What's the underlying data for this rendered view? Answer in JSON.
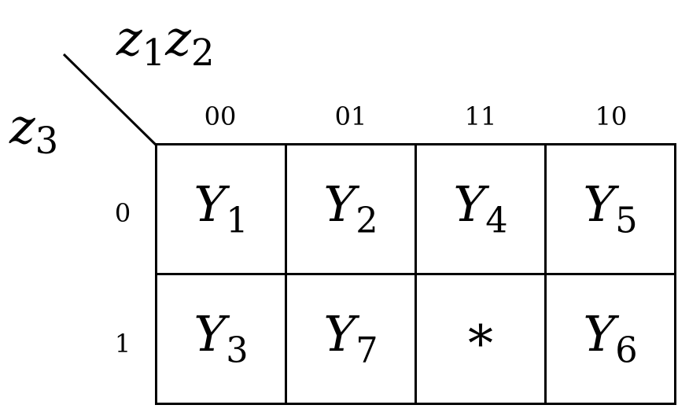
{
  "map": {
    "column_variables": {
      "symbol": "z",
      "subs": [
        "1",
        "2"
      ]
    },
    "row_variable": {
      "symbol": "z",
      "sub": "3"
    },
    "column_headers": [
      "00",
      "01",
      "11",
      "10"
    ],
    "row_headers": [
      "0",
      "1"
    ],
    "cells": [
      [
        {
          "symbol": "Y",
          "sub": "1"
        },
        {
          "symbol": "Y",
          "sub": "2"
        },
        {
          "symbol": "Y",
          "sub": "4"
        },
        {
          "symbol": "Y",
          "sub": "5"
        }
      ],
      [
        {
          "symbol": "Y",
          "sub": "3"
        },
        {
          "symbol": "Y",
          "sub": "7"
        },
        {
          "symbol": "*",
          "sub": ""
        },
        {
          "symbol": "Y",
          "sub": "6"
        }
      ]
    ]
  }
}
